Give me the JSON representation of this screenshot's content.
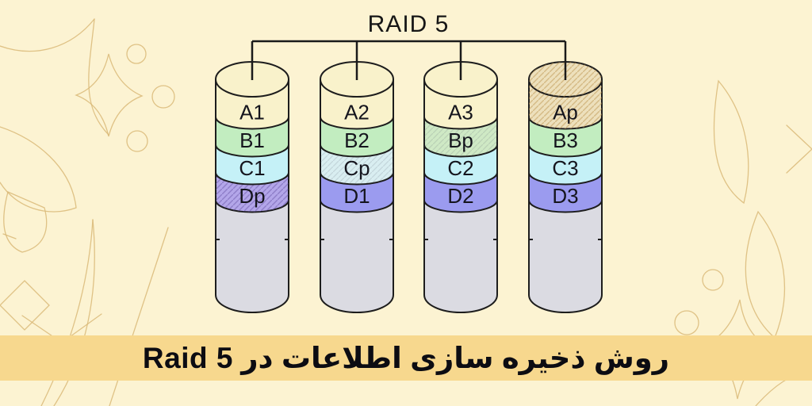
{
  "title": "RAID 5",
  "caption": "روش ذخیره سازی اطلاعات در  Raid 5",
  "palette": {
    "background": "#fcf3d2",
    "band": "#f7d88e",
    "segment_a": "#f9f2cb",
    "segment_a_parity": "#ede0bc",
    "segment_b": "#c2edc0",
    "segment_b_parity": "#cfe9c5",
    "segment_c": "#c5f1f7",
    "segment_c_parity": "#d9eef1",
    "segment_d": "#9b9bef",
    "segment_d_parity": "#b3a6e9",
    "disk_body": "#dbdbe2",
    "outline": "#1d1d1d",
    "decoration_line": "#d9b878"
  },
  "disks": [
    {
      "segments": [
        {
          "label": "A1",
          "parity": false
        },
        {
          "label": "B1",
          "parity": false
        },
        {
          "label": "C1",
          "parity": false
        },
        {
          "label": "Dp",
          "parity": true
        }
      ]
    },
    {
      "segments": [
        {
          "label": "A2",
          "parity": false
        },
        {
          "label": "B2",
          "parity": false
        },
        {
          "label": "Cp",
          "parity": true
        },
        {
          "label": "D1",
          "parity": false
        }
      ]
    },
    {
      "segments": [
        {
          "label": "A3",
          "parity": false
        },
        {
          "label": "Bp",
          "parity": true
        },
        {
          "label": "C2",
          "parity": false
        },
        {
          "label": "D2",
          "parity": false
        }
      ]
    },
    {
      "segments": [
        {
          "label": "Ap",
          "parity": true
        },
        {
          "label": "B3",
          "parity": false
        },
        {
          "label": "C3",
          "parity": false
        },
        {
          "label": "D3",
          "parity": false
        }
      ]
    }
  ]
}
